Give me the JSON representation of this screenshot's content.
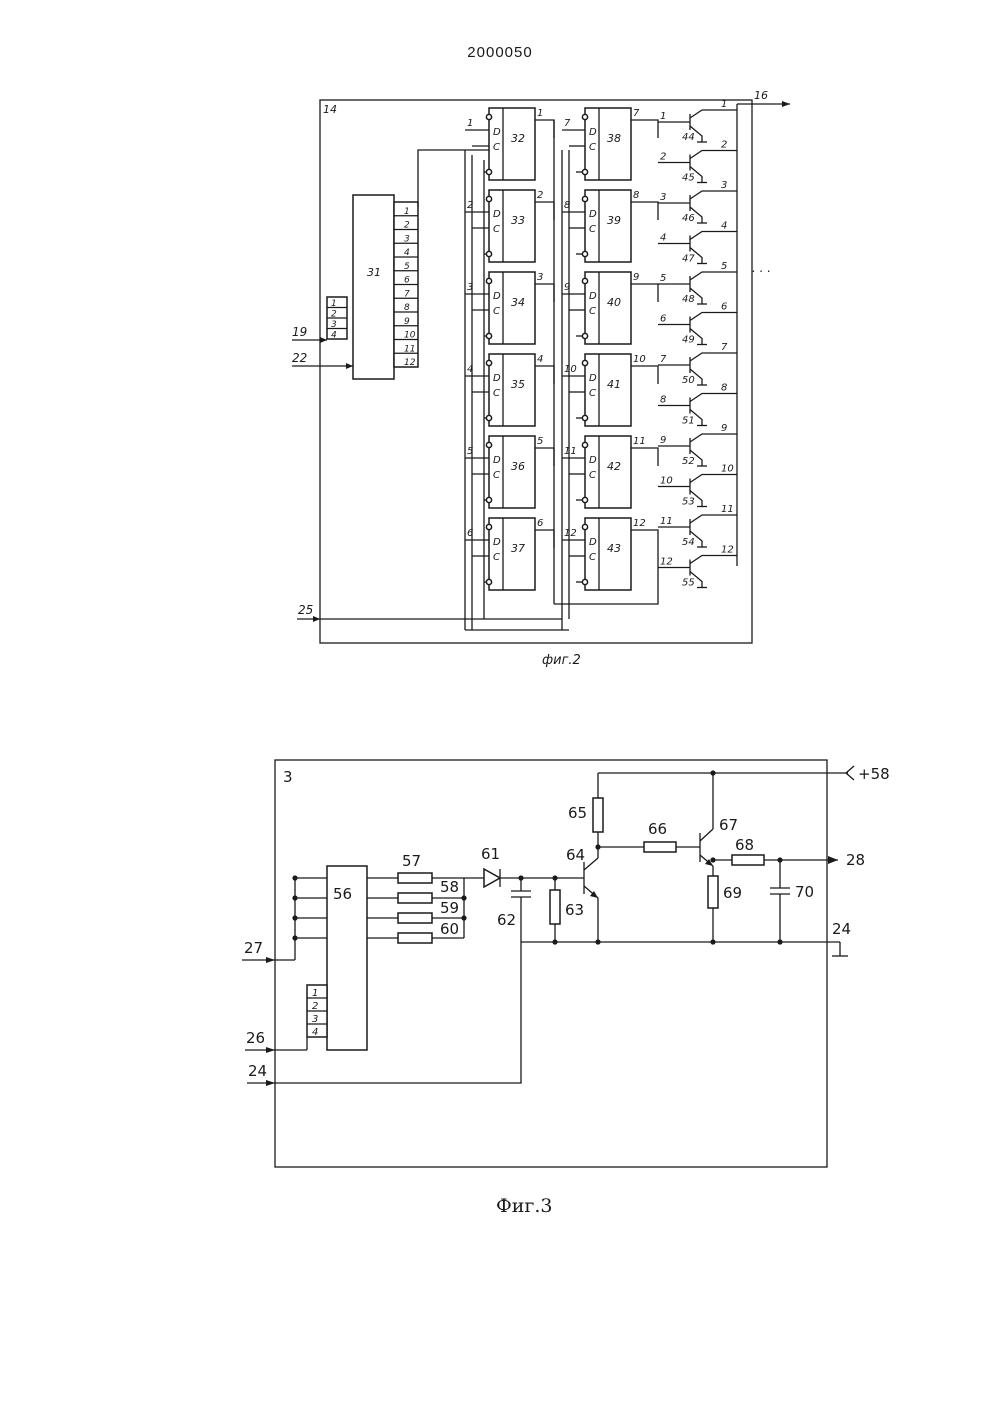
{
  "document": {
    "number": "2000050"
  },
  "figure2": {
    "caption": "фиг.2",
    "block_label": "14",
    "decoder": {
      "label": "31",
      "outputs": [
        "1",
        "2",
        "3",
        "4",
        "5",
        "6",
        "7",
        "8",
        "9",
        "10",
        "11",
        "12"
      ],
      "inputs": [
        "1",
        "2",
        "3",
        "4"
      ]
    },
    "inputs": {
      "in19": "19",
      "in22": "22",
      "in25": "25"
    },
    "output": "16",
    "triggers_col1": [
      "32",
      "33",
      "34",
      "35",
      "36",
      "37"
    ],
    "triggers_col2": [
      "38",
      "39",
      "40",
      "41",
      "42",
      "43"
    ],
    "transistors": [
      "44",
      "45",
      "46",
      "47",
      "48",
      "49",
      "50",
      "51",
      "52",
      "53",
      "54",
      "55"
    ],
    "line_numbers": [
      "1",
      "2",
      "3",
      "4",
      "5",
      "6",
      "7",
      "8",
      "9",
      "10",
      "11",
      "12"
    ],
    "trigger_pins": {
      "d": "D",
      "c": "C"
    },
    "ellipsis": ". . ."
  },
  "figure3": {
    "caption": "Фиг.3",
    "block_label": "3",
    "decoder": {
      "label": "56",
      "inputs": [
        "1",
        "2",
        "3",
        "4"
      ]
    },
    "resistors": {
      "r57": "57",
      "r58": "58",
      "r59": "59",
      "r60": "60",
      "r63": "63",
      "r65": "65",
      "r66": "66",
      "r68": "68",
      "r69": "69"
    },
    "diode": "61",
    "capacitors": {
      "c62": "62",
      "c70": "70"
    },
    "transistors": {
      "t64": "64",
      "t67": "67"
    },
    "inputs": {
      "in27": "27",
      "in26": "26",
      "in24": "24"
    },
    "outputs": {
      "supply": "+58",
      "out28": "28",
      "ground": "24"
    }
  }
}
